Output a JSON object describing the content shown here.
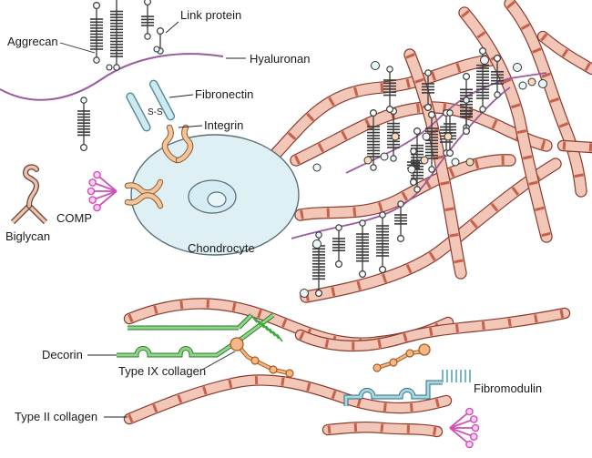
{
  "labels": {
    "aggrecan": "Aggrecan",
    "link_protein": "Link protein",
    "hyaluronan": "Hyaluronan",
    "fibronectin": "Fibronectin",
    "integrin": "Integrin",
    "biglycan": "Biglycan",
    "comp": "COMP",
    "chondrocyte": "Chondrocyte",
    "decorin": "Decorin",
    "type_ix_collagen": "Type IX collagen",
    "fibromodulin": "Fibromodulin",
    "type_ii_collagen": "Type II collagen",
    "disulfide": "S-S"
  },
  "colors": {
    "collagen_fill": "#f3c7b8",
    "collagen_stroke": "#8a3a2a",
    "collagen_band": "#c6604a",
    "hyaluronan": "#9b5aa0",
    "aggrecan": "#3a3a3a",
    "link_protein": "#eef6f8",
    "fibronectin": "#8ec8d6",
    "integrin": "#e9a872",
    "cell": "#dff0f5",
    "cell_stroke": "#5a6e78",
    "comp": "#d04fb8",
    "biglycan": "#a07060",
    "decorin": "#3fa83a",
    "type_ix": "#e9a265",
    "fibromodulin": "#6aaec0"
  }
}
